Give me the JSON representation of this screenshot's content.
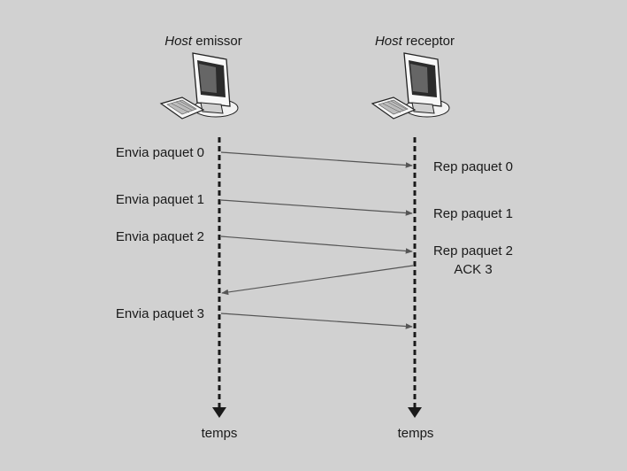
{
  "hosts": {
    "sender": {
      "title_italic": "Host",
      "title_rest": " emissor",
      "icon": "computer-icon"
    },
    "receiver": {
      "title_italic": "Host",
      "title_rest": " receptor",
      "icon": "computer-icon"
    }
  },
  "sender_events": [
    "Envia paquet 0",
    "Envia paquet 1",
    "Envia paquet 2",
    "Envia paquet 3"
  ],
  "receiver_events": [
    "Rep paquet 0",
    "Rep paquet 1",
    "Rep paquet 2",
    "ACK 3"
  ],
  "timeline_labels": {
    "sender": "temps",
    "receiver": "temps"
  },
  "colors": {
    "background": "#d1d1d1",
    "lines": "#1a1a1a",
    "arrows": "#555555"
  }
}
